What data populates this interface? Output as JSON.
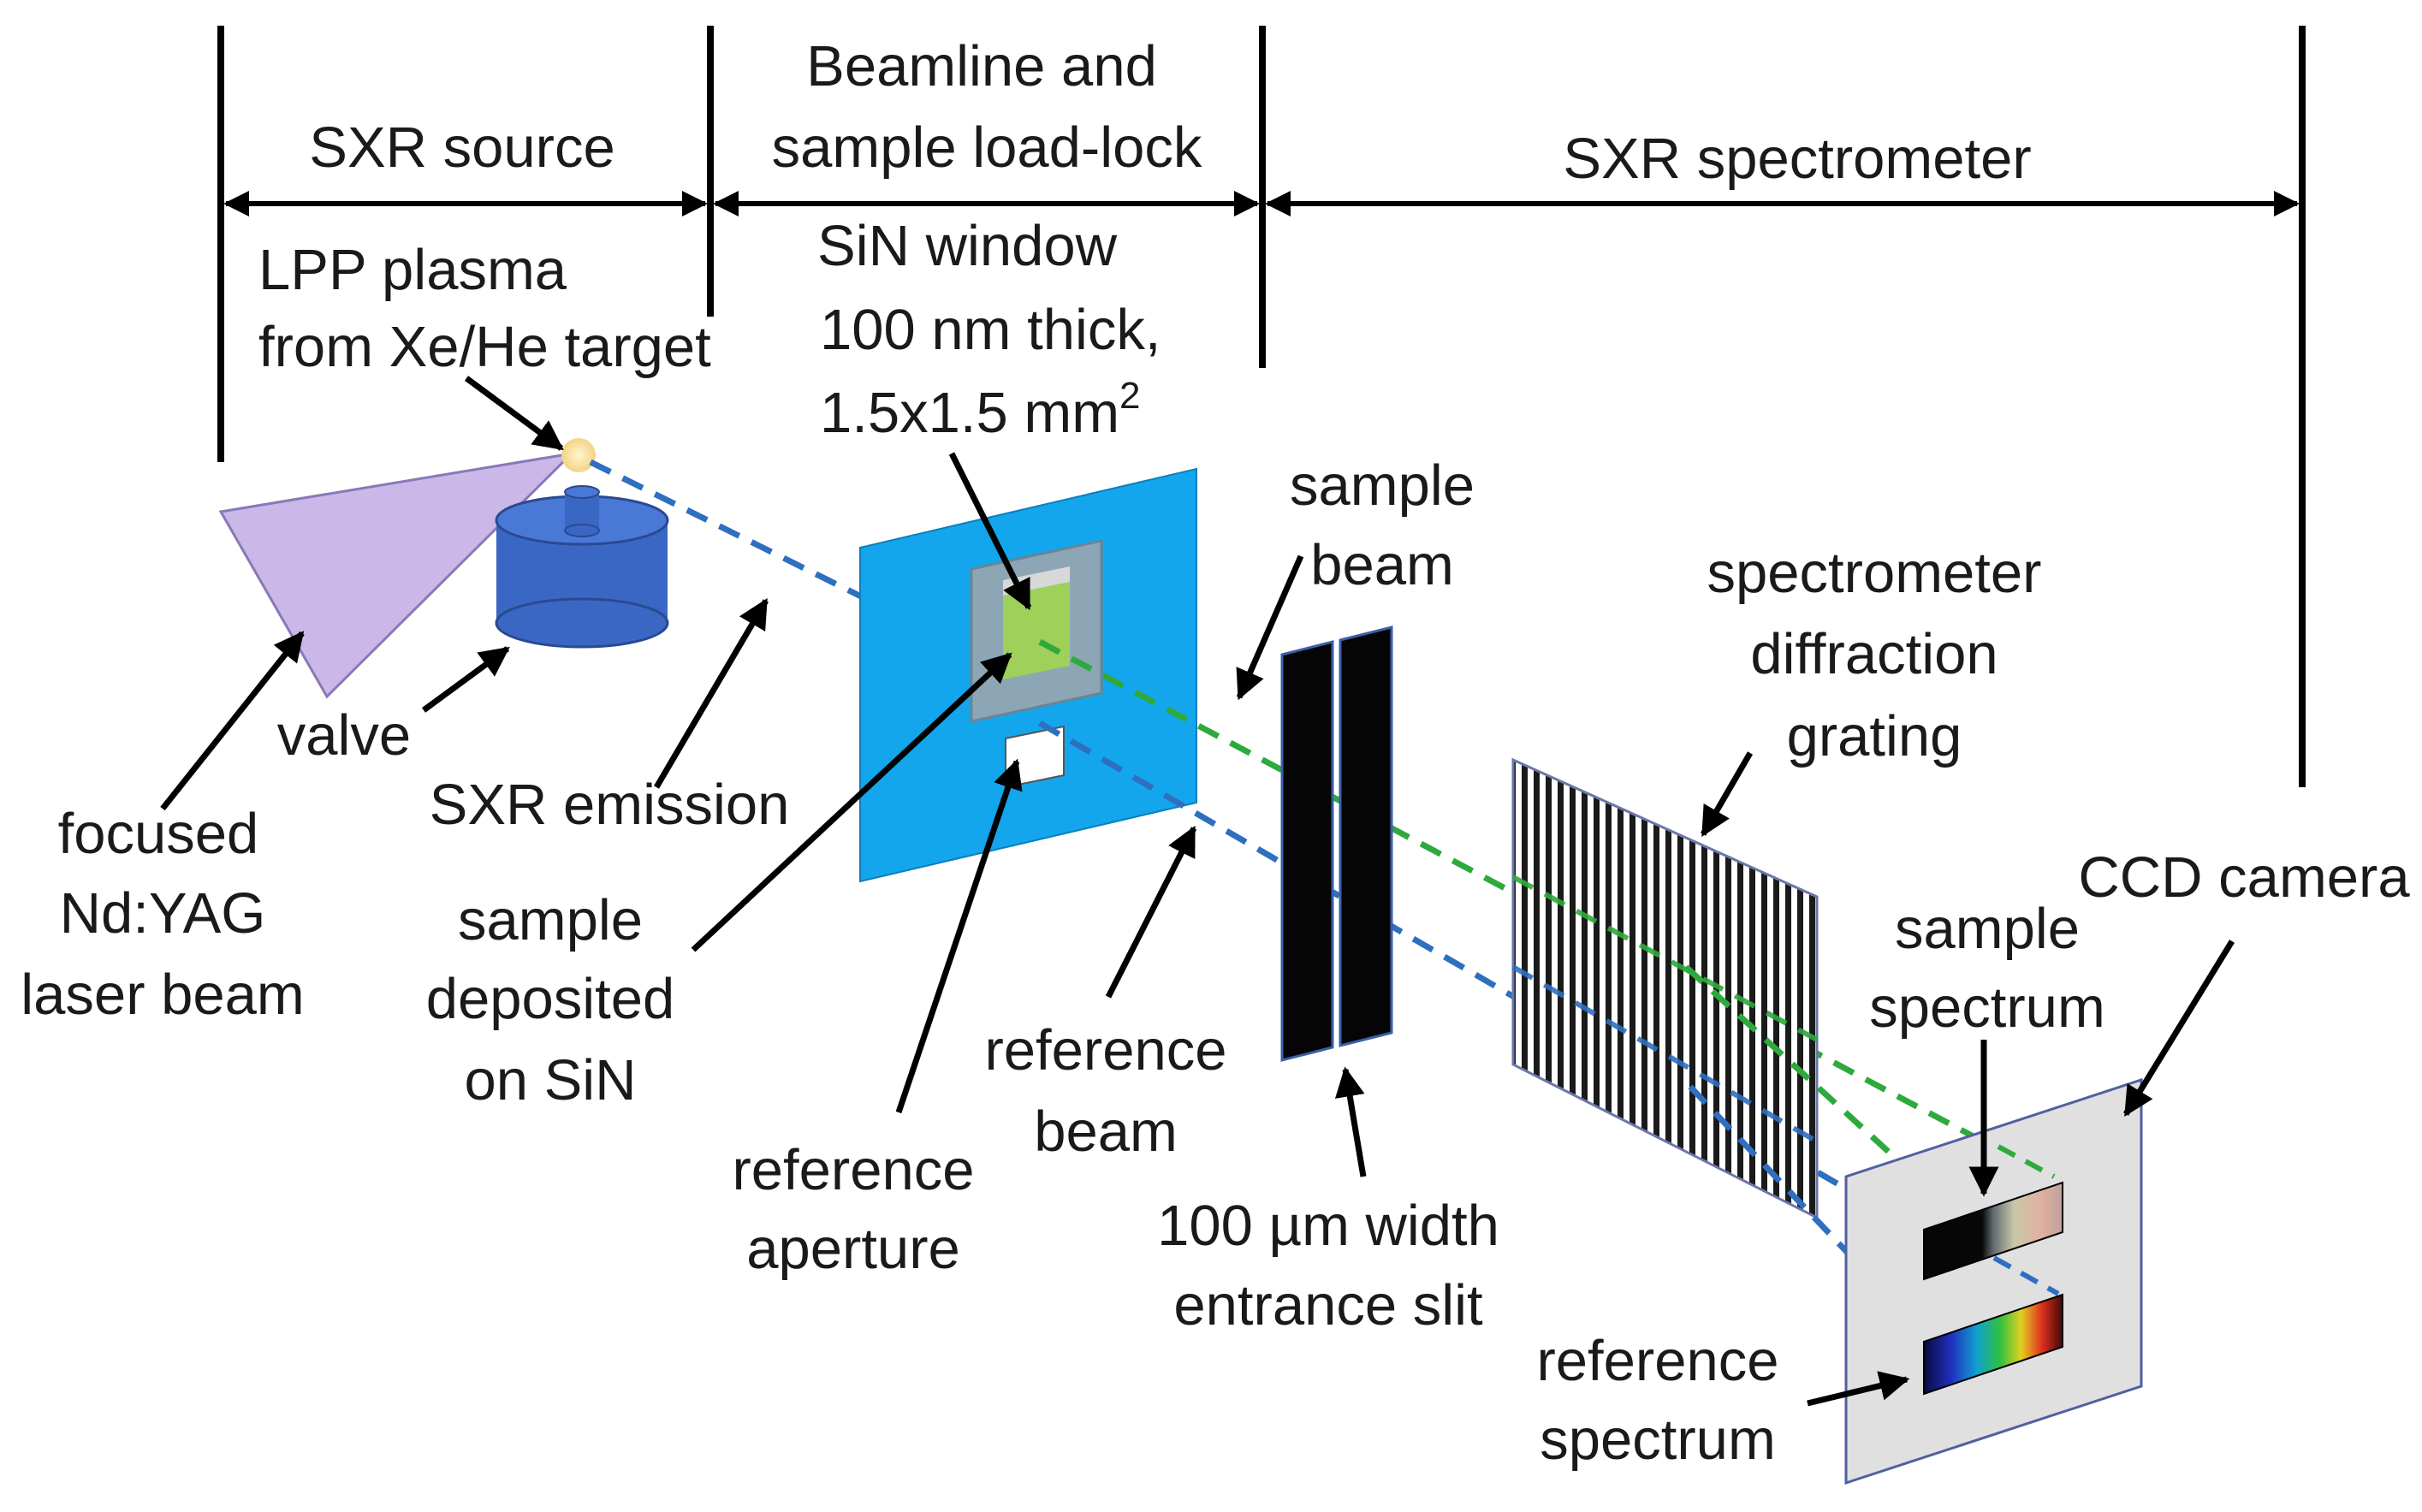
{
  "sections": {
    "source": "SXR source",
    "beamline_line1": "Beamline and",
    "beamline_line2": "sample load-lock",
    "spectrometer": "SXR spectrometer"
  },
  "labels": {
    "lpp_line1": "LPP plasma",
    "lpp_line2": "from Xe/He target",
    "sin_line1": "SiN window",
    "sin_line2": "100 nm thick,",
    "sin_line3": "1.5x1.5 mm",
    "sin_sup": "2",
    "sample_beam_line1": "sample",
    "sample_beam_line2": "beam",
    "grating_line1": "spectrometer",
    "grating_line2": "diffraction",
    "grating_line3": "grating",
    "valve": "valve",
    "sxr_emission": "SXR emission",
    "laser_line1": "focused",
    "laser_line2": "Nd:YAG",
    "laser_line3": "laser beam",
    "deposited_line1": "sample",
    "deposited_line2": "deposited",
    "deposited_line3": "on SiN",
    "ref_aperture_line1": "reference",
    "ref_aperture_line2": "aperture",
    "ref_beam_line1": "reference",
    "ref_beam_line2": "beam",
    "slit_line1": "100 µm width",
    "slit_line2": "entrance slit",
    "ccd": "CCD camera",
    "sample_spectrum_line1": "sample",
    "sample_spectrum_line2": "spectrum",
    "ref_spectrum_line1": "reference",
    "ref_spectrum_line2": "spectrum"
  },
  "colors": {
    "laser_cone": "#c9b8e8",
    "valve": "#3b67c4",
    "plasma": "#f6dfa0",
    "sample_beam": "#2eaa3c",
    "reference_beam": "#2f6fc0",
    "frame": "#13a6ec",
    "sin_window": "#9fd05a",
    "ccd_panel": "#e0e0e0"
  }
}
